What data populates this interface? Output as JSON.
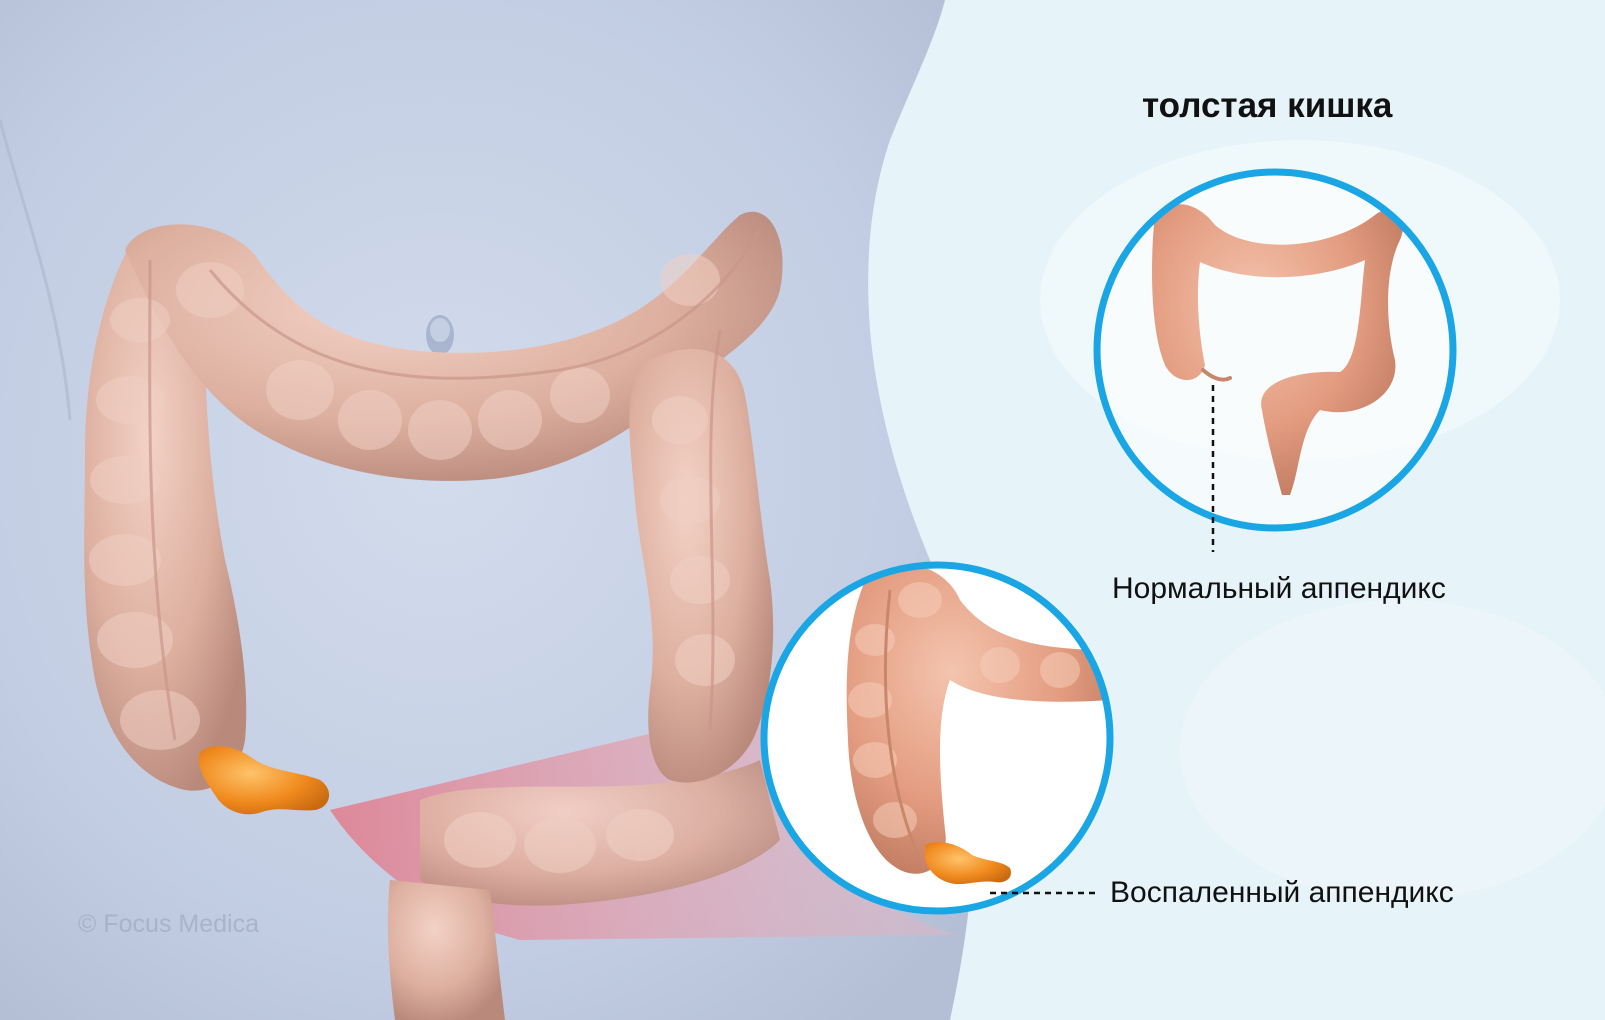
{
  "title": "толстая кишка",
  "labels": {
    "normal_appendix": "Нормальный аппендикс",
    "inflamed_appendix": "Воспаленный аппендикс"
  },
  "watermark": "© Focus Medica",
  "colors": {
    "circle_stroke": "#1aa6e4",
    "colon": "#e2ab98",
    "colon_zoom": "#e59d80",
    "inflamed_appendix": "#f08a1e",
    "highlight_cone": "#e88594",
    "torso": "#c7d2e7",
    "background": "#e6f3f9"
  }
}
